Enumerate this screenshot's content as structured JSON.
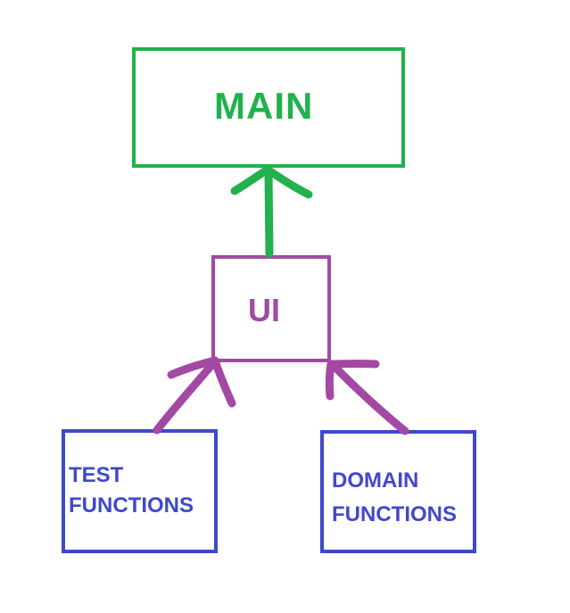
{
  "colors": {
    "green": "#22b14c",
    "purple": "#a349a4",
    "blue": "#3f48cc"
  },
  "nodes": {
    "main": {
      "label": "MAIN"
    },
    "ui": {
      "label": "UI"
    },
    "test": {
      "line1": "TEST",
      "line2": "FUNCTIONS"
    },
    "domain": {
      "line1": "DOMAIN",
      "line2": "FUNCTIONS"
    }
  },
  "edges": [
    {
      "from": "ui",
      "to": "main"
    },
    {
      "from": "test",
      "to": "ui"
    },
    {
      "from": "domain",
      "to": "ui"
    }
  ]
}
